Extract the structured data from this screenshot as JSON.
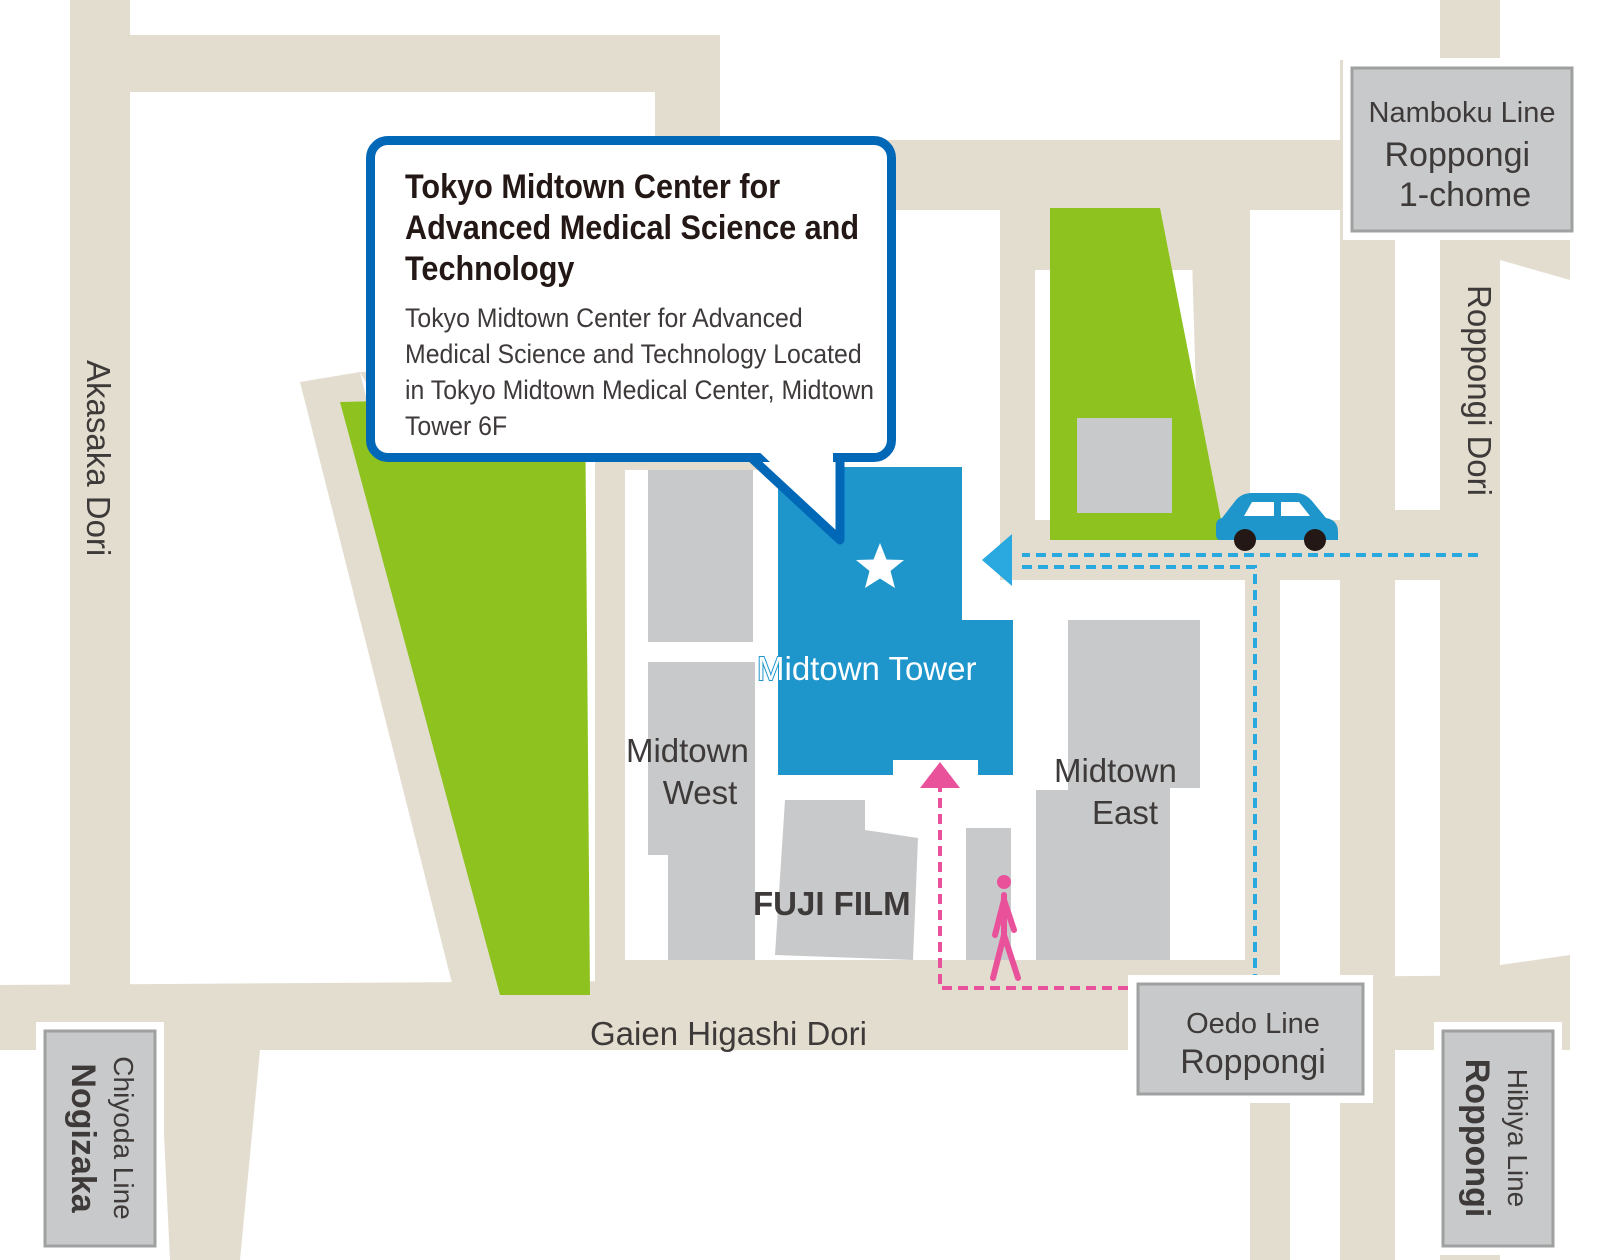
{
  "roads": {
    "akasaka_dori": "Akasaka Dori",
    "roppongi_dori": "Roppongi Dori",
    "gaien_higashi_dori": "Gaien Higashi Dori"
  },
  "buildings": {
    "midtown_tower": "Midtown Tower",
    "midtown_west": [
      "Midtown",
      "West"
    ],
    "midtown_east": [
      "Midtown",
      "East"
    ],
    "fuji_film": "FUJI FILM"
  },
  "stations": {
    "namboku": {
      "line": "Namboku Line",
      "name": [
        "Roppongi",
        "1-chome"
      ]
    },
    "oedo": {
      "line": "Oedo Line",
      "name": "Roppongi"
    },
    "chiyoda": {
      "line": "Chiyoda Line",
      "name": "Nogizaka"
    },
    "hibiya": {
      "line": "Hibiya Line",
      "name": "Roppongi"
    }
  },
  "callout": {
    "title": "Tokyo Midtown Center for Advanced Medical Science and Technology",
    "body": "Tokyo Midtown Center for Advanced Medical Science and Technology Located in Tokyo Midtown Medical Center, Midtown Tower 6F"
  },
  "icons": {
    "destination": "star-icon",
    "car": "car-icon",
    "pedestrian": "pedestrian-icon"
  },
  "colors": {
    "road": "#e3ddcf",
    "building": "#c8c9ca",
    "park": "#8dc21f",
    "tower": "#1e96cc",
    "callout_border": "#0068b7",
    "car_route": "#2aa9e0",
    "walk_route": "#e9529a"
  }
}
